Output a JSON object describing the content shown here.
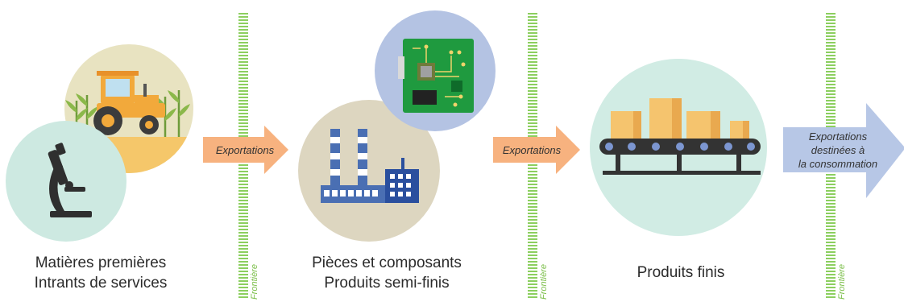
{
  "stages": [
    {
      "caption_line1": "Matières premières",
      "caption_line2": "Intrants de services"
    },
    {
      "caption_line1": "Pièces et composants",
      "caption_line2": "Produits semi-finis"
    },
    {
      "caption_line1": "Produits finis"
    }
  ],
  "arrows": [
    {
      "label": "Exportations"
    },
    {
      "label": "Exportations"
    },
    {
      "label_line1": "Exportations",
      "label_line2": "destinées à",
      "label_line3": "la consommation"
    }
  ],
  "border_label": "Frontière",
  "colors": {
    "orange_arrow": "#f7b27f",
    "blue_arrow": "#b7c7e6",
    "border_green": "#8ccf5f",
    "teal_circle": "#cde9e1",
    "cream_circle": "#e8e3c1",
    "beige_circle": "#ddd6c0",
    "blue_circle": "#b4c3e3",
    "light_teal_circle": "#d1ece4"
  },
  "icons": [
    "microscope-icon",
    "tractor-icon",
    "factory-icon",
    "circuit-board-icon",
    "conveyor-belt-icon"
  ]
}
